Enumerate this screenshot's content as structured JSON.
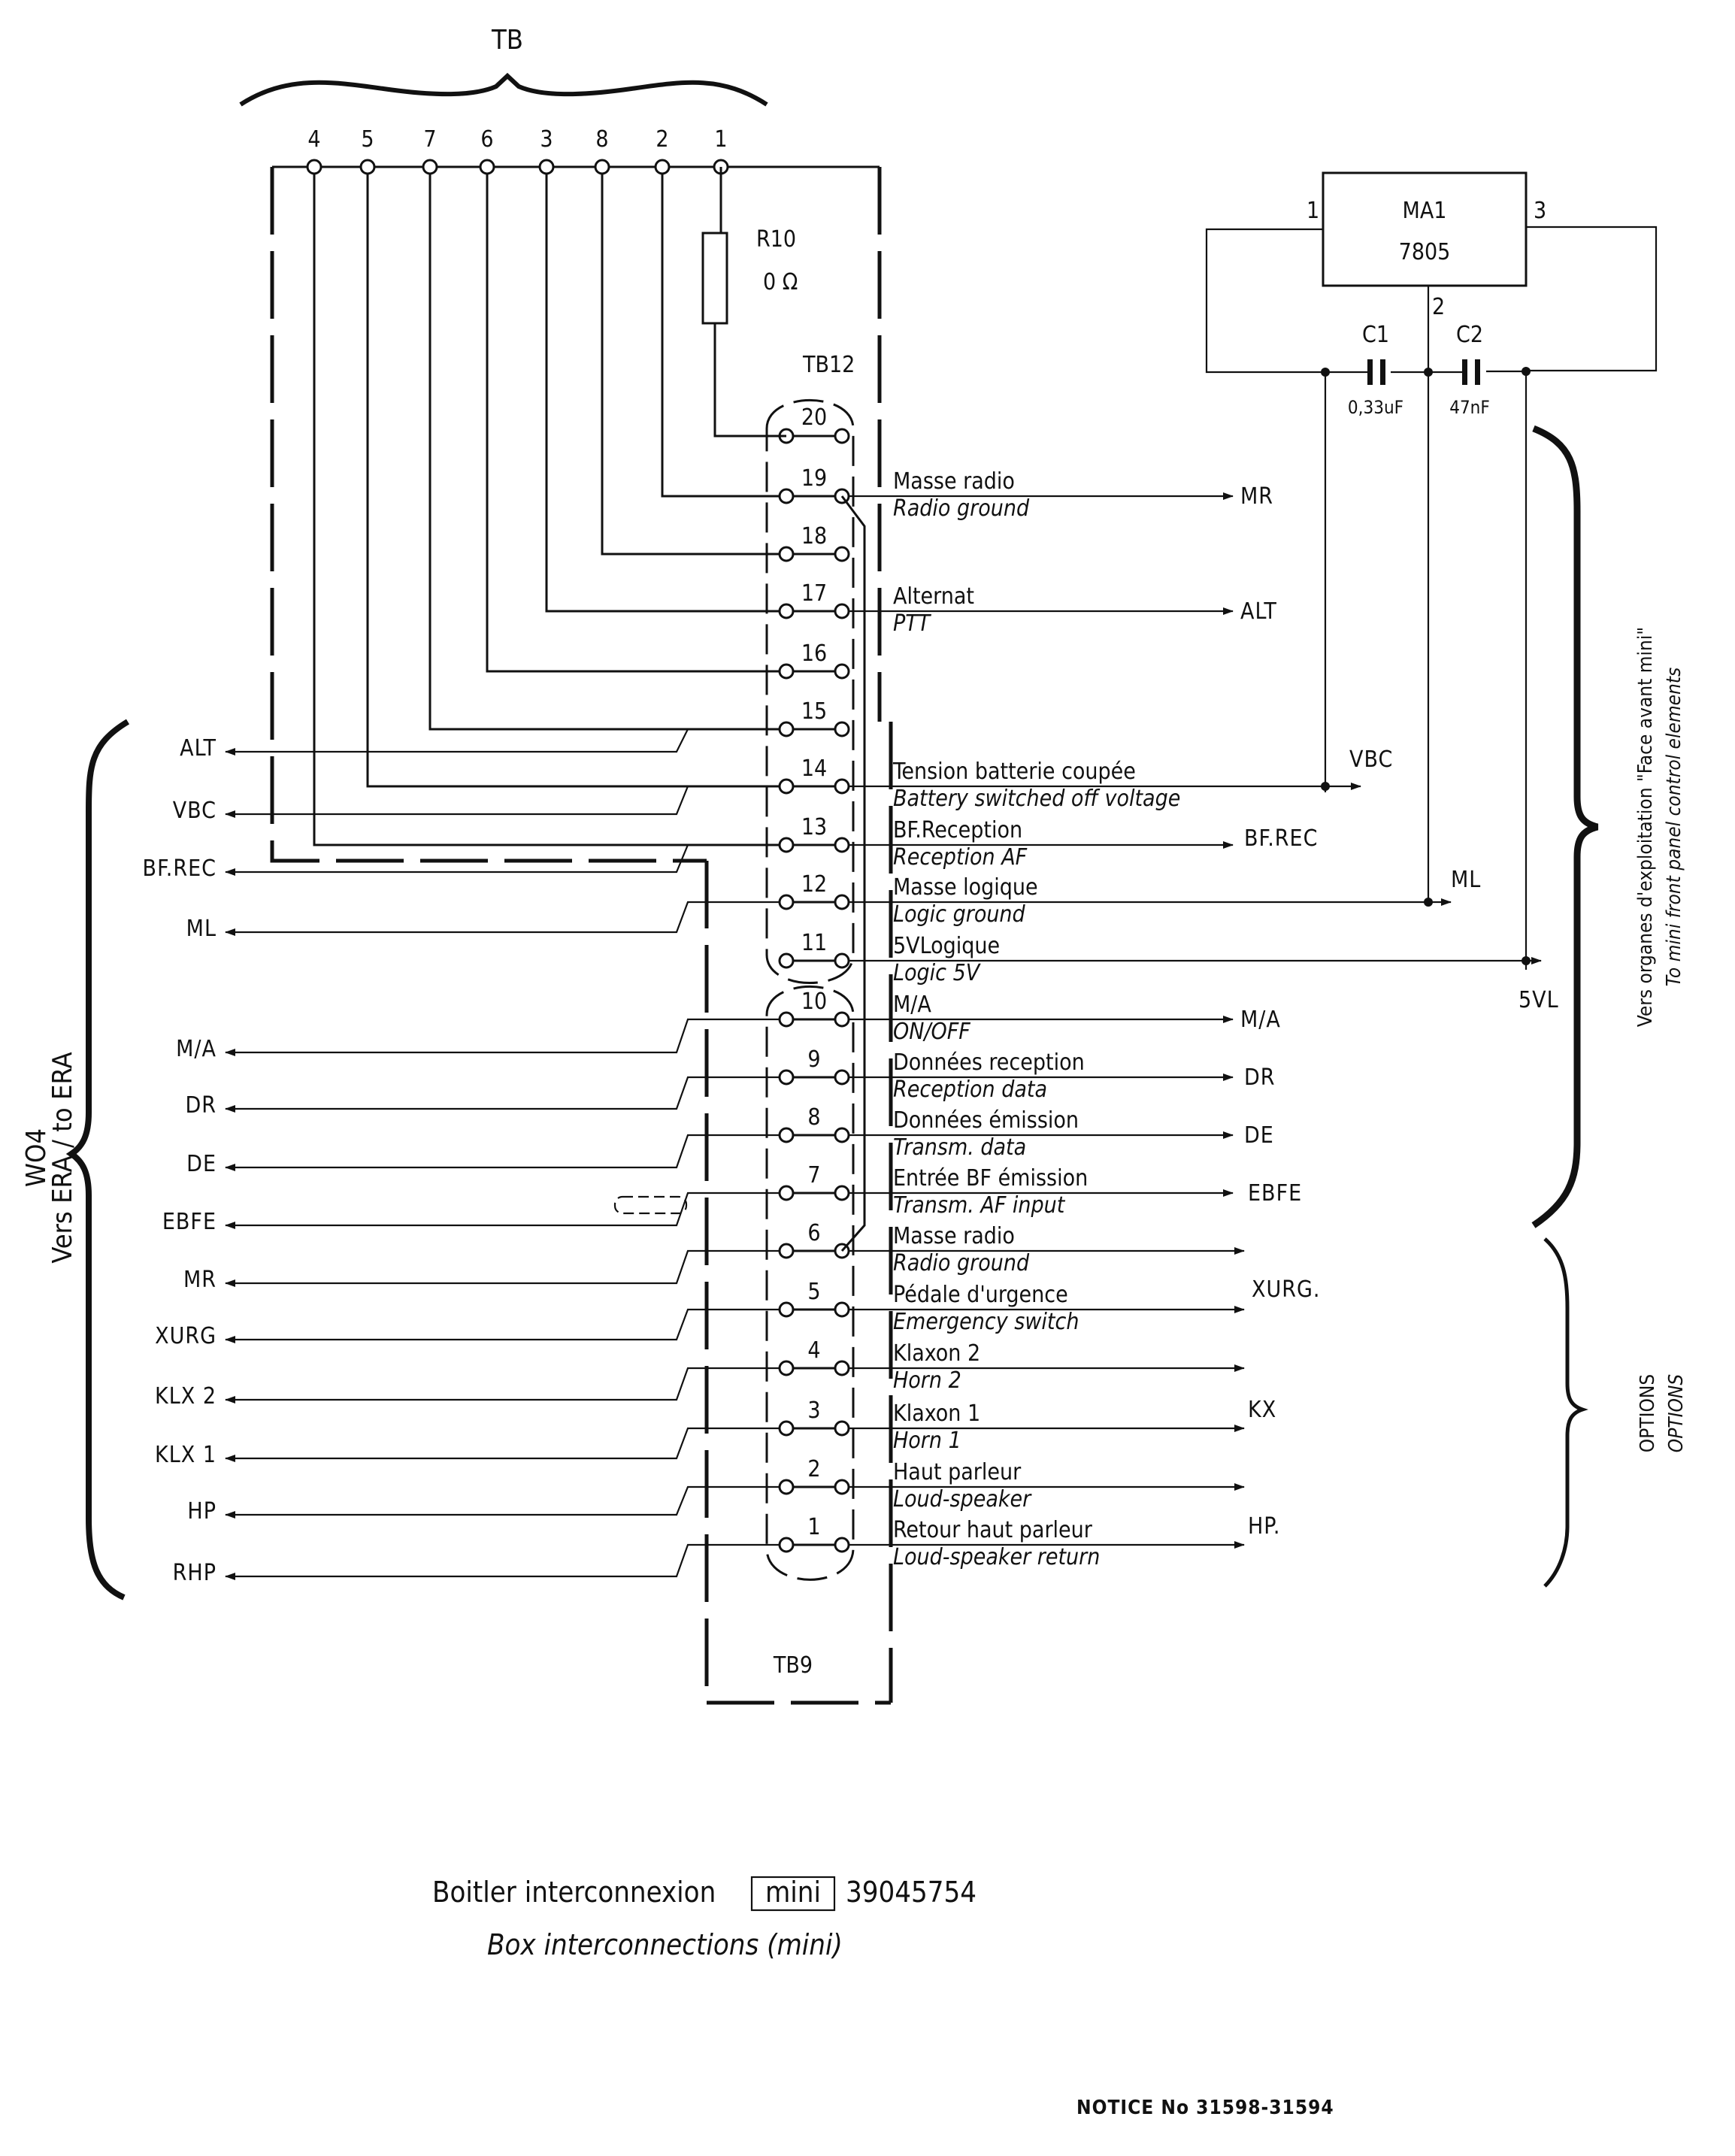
{
  "diagram": {
    "title": "Boitler interconnexion",
    "title_boxed": "mini",
    "part_number": "39045754",
    "subtitle": "Box interconnections (mini)",
    "notice": "NOTICE No 31598-31594"
  },
  "tb_header": {
    "label": "TB",
    "pins": [
      "4",
      "5",
      "7",
      "6",
      "3",
      "8",
      "2",
      "1"
    ]
  },
  "resistor": {
    "ref": "R10",
    "value": "0 Ω"
  },
  "tb12": {
    "label": "TB12",
    "pin": "20"
  },
  "tb9": {
    "label": "TB9"
  },
  "regulator": {
    "ref": "MA1",
    "part": "7805",
    "pins": [
      "1",
      "2",
      "3"
    ],
    "c1": {
      "ref": "C1",
      "value": "0,33uF"
    },
    "c2": {
      "ref": "C2",
      "value": "47nF"
    }
  },
  "terminals": [
    {
      "pin": "19",
      "fr": "Masse radio",
      "en": "Radio ground",
      "out": "MR",
      "left": ""
    },
    {
      "pin": "18",
      "fr": "",
      "en": "",
      "out": "",
      "left": ""
    },
    {
      "pin": "17",
      "fr": "Alternat",
      "en": "PTT",
      "out": "ALT",
      "left": ""
    },
    {
      "pin": "16",
      "fr": "",
      "en": "",
      "out": "",
      "left": ""
    },
    {
      "pin": "15",
      "fr": "",
      "en": "",
      "out": "",
      "left": "ALT"
    },
    {
      "pin": "14",
      "fr": "Tension batterie coupée",
      "en": "Battery switched off voltage",
      "out": "VBC",
      "left": "VBC"
    },
    {
      "pin": "13",
      "fr": "BF.Reception",
      "en": "Reception AF",
      "out": "BF.REC",
      "left": "BF.REC"
    },
    {
      "pin": "12",
      "fr": "Masse logique",
      "en": "Logic ground",
      "out": "ML",
      "left": "ML"
    },
    {
      "pin": "11",
      "fr": "5VLogique",
      "en": "Logic 5V",
      "out": "5VL",
      "left": ""
    },
    {
      "pin": "10",
      "fr": "M/A",
      "en": "ON/OFF",
      "out": "M/A",
      "left": "M/A"
    },
    {
      "pin": "9",
      "fr": "Données reception",
      "en": "Reception data",
      "out": "DR",
      "left": "DR"
    },
    {
      "pin": "8",
      "fr": "Données émission",
      "en": "Transm. data",
      "out": "DE",
      "left": "DE"
    },
    {
      "pin": "7",
      "fr": "Entrée BF émission",
      "en": "Transm. AF input",
      "out": "EBFE",
      "left": "EBFE"
    },
    {
      "pin": "6",
      "fr": "Masse radio",
      "en": "Radio ground",
      "out": "",
      "left": "MR"
    },
    {
      "pin": "5",
      "fr": "Pédale d'urgence",
      "en": "Emergency switch",
      "out": "XURG.",
      "left": "XURG"
    },
    {
      "pin": "4",
      "fr": "Klaxon 2",
      "en": "Horn 2",
      "out": "",
      "left": "KLX 2"
    },
    {
      "pin": "3",
      "fr": "Klaxon 1",
      "en": "Horn 1",
      "out": "KX",
      "left": "KLX 1"
    },
    {
      "pin": "2",
      "fr": "Haut parleur",
      "en": "Loud-speaker",
      "out": "",
      "left": "HP"
    },
    {
      "pin": "1",
      "fr": "Retour haut parleur",
      "en": "Loud-speaker return",
      "out": "HP.",
      "left": "RHP"
    }
  ],
  "left_group": {
    "line1": "WO4",
    "line2": "Vers ERA / to ERA"
  },
  "right_group_front": {
    "line1": "Vers organes d'exploitation \"Face avant mini\"",
    "line2": "To mini front panel control elements"
  },
  "right_group_options": {
    "line1": "OPTIONS",
    "line2": "OPTIONS"
  }
}
